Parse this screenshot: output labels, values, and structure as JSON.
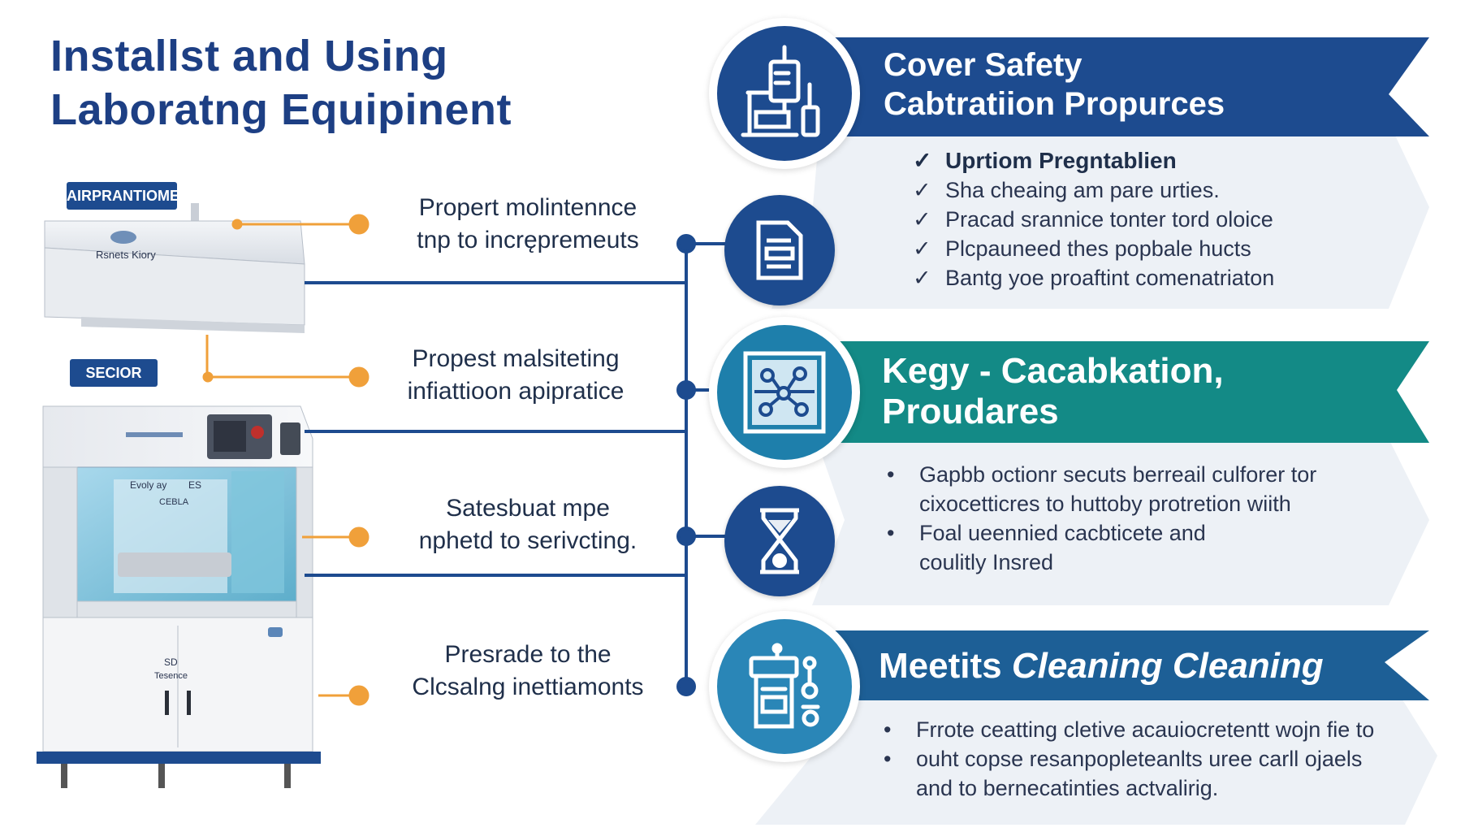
{
  "title": {
    "line1": "Installst and Using",
    "line2": "Laboratng Equipinent"
  },
  "equipment": {
    "hood_tag": "AIRPRANTIOME.",
    "hood_label": "Rsnets Kiory",
    "cabinet_tag": "SECIOR",
    "panel_text1": "Evoly ay",
    "panel_text2": "ES",
    "panel_text3": "CEBLA",
    "door_text1": "SD",
    "door_text2": "Tesence"
  },
  "steps": [
    {
      "line1": "Propert molintennce",
      "line2": "tnp to incrępremeuts"
    },
    {
      "line1": "Propest malsiteting",
      "line2": "infiattioon apipratice"
    },
    {
      "line1": "Satesbuat mpe",
      "line2": "nphetd to serivcting."
    },
    {
      "line1": "Presrade to the",
      "line2": "Clcsalng inettiamonts"
    }
  ],
  "sections": [
    {
      "title1": "Cover Safety",
      "title2": "Cabtratiion Propurces",
      "bold_item": "Uprtiom Pregntablien",
      "items": [
        "Sha cheaing am pare urties.",
        "Pracad srannice tonter tord oloice",
        "Plcpauneed thes popbale hucts",
        "Bantg yoe proaftint comenatriaton"
      ]
    },
    {
      "title1": "Kegy - Cacabkation,",
      "title2": "Proudares",
      "items": [
        "Gapbb octionr secuts berreail culforer tor",
        "cixocetticres to huttoby protretion wiith",
        "Foal ueennied cacbticete and",
        "coulitly Insred"
      ]
    },
    {
      "title_a": "Meetits ",
      "title_b": "Cleaning Cleaning",
      "items": [
        "Frrote ceatting cletive acauiocretentt wojn fie to",
        "ouht copse resanpopleteanlts uree carll ojaels",
        "and to bernecatinties actvalirig."
      ]
    }
  ],
  "colors": {
    "navy": "#1d4b8f",
    "teal": "#138a86",
    "orange": "#f0a03a",
    "panel": "#edf1f6"
  },
  "icons": [
    "lab-instrument-icon",
    "document-icon",
    "circuit-board-icon",
    "hourglass-icon",
    "cleaning-machine-icon"
  ]
}
